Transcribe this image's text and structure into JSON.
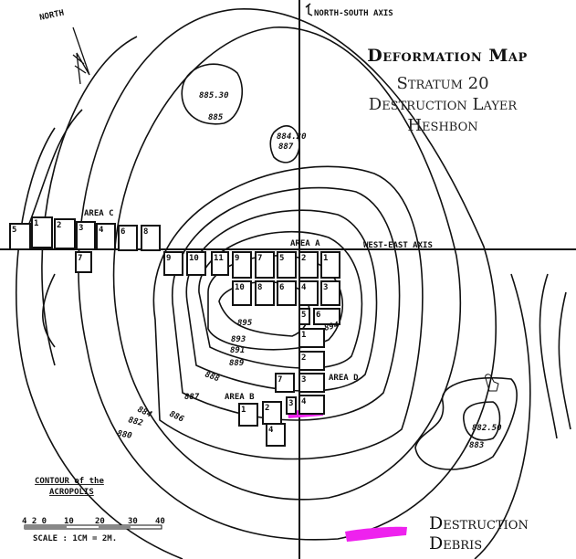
{
  "title": "Deformation Map",
  "subtitle_lines": [
    "Stratum 20",
    "Destruction Layer",
    "Heshbon"
  ],
  "north_label": "NORTH",
  "axes": {
    "north_south": "NORTH-SOUTH AXIS",
    "west_east": "WEST-EAST AXIS"
  },
  "areas": {
    "a": "AREA A",
    "b": "AREA B",
    "c": "AREA C",
    "d": "AREA D"
  },
  "contour_labels": [
    "885.30",
    "885",
    "884.20",
    "887",
    "893",
    "895",
    "891",
    "889",
    "888",
    "887",
    "886",
    "884",
    "882",
    "880",
    "882.50",
    "883",
    "894"
  ],
  "squares": {
    "area_c": [
      "5",
      "1",
      "2",
      "3",
      "4",
      "6",
      "8",
      "7"
    ],
    "area_a_row1": [
      "9",
      "10",
      "11",
      "9",
      "7",
      "5",
      "2",
      "1"
    ],
    "area_a_row2": [
      "10",
      "8",
      "6",
      "4",
      "3"
    ],
    "area_a_small": [
      "5",
      "6"
    ],
    "area_d": [
      "1",
      "2",
      "3",
      "7",
      "4"
    ],
    "area_b": [
      "1",
      "2",
      "3",
      "4"
    ]
  },
  "inset": {
    "title": "CONTOUR of the",
    "subtitle": "ACROPOLIS",
    "scale_ticks": [
      "4 2 0",
      "10",
      "20",
      "30",
      "40"
    ],
    "scale_text": "SCALE : 1CM = 2M."
  },
  "legend": {
    "label_line1": "Destruction",
    "label_line2": "Debris",
    "color": "#ee22ee"
  },
  "colors": {
    "ink": "#111111",
    "debris": "#ee22ee"
  }
}
